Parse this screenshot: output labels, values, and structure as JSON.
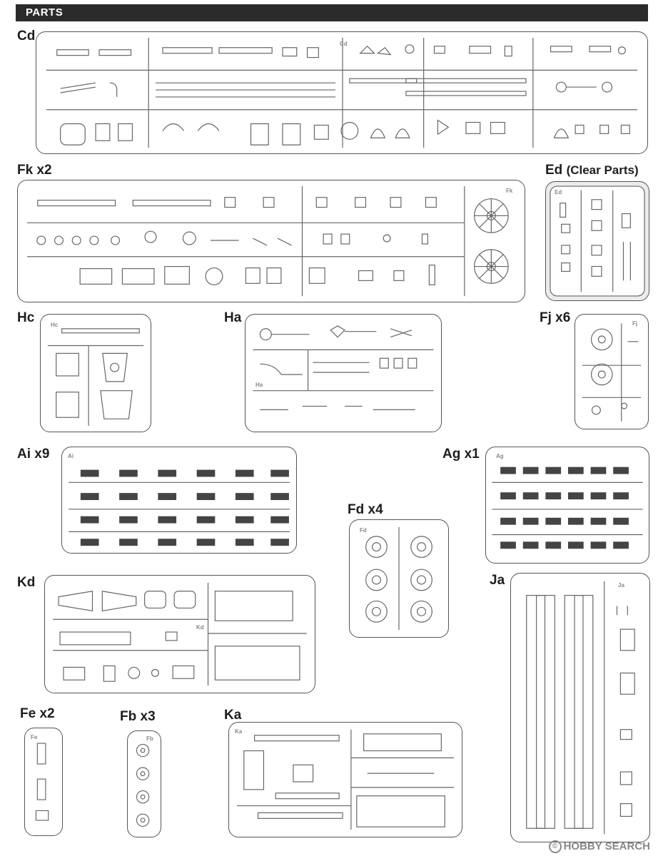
{
  "header": {
    "title": "PARTS"
  },
  "sprues": [
    {
      "id": "cd",
      "label": "Cd",
      "count": "",
      "tag": "Cd"
    },
    {
      "id": "fk",
      "label": "Fk",
      "count": "x2",
      "tag": "Fk"
    },
    {
      "id": "ed",
      "label": "Ed",
      "count": "(Clear Parts)",
      "tag": "Ed"
    },
    {
      "id": "hc",
      "label": "Hc",
      "count": "",
      "tag": "Hc"
    },
    {
      "id": "ha",
      "label": "Ha",
      "count": "",
      "tag": "Ha"
    },
    {
      "id": "fj",
      "label": "Fj",
      "count": "x6",
      "tag": "Fj"
    },
    {
      "id": "ai",
      "label": "Ai",
      "count": "x9",
      "tag": "Ai"
    },
    {
      "id": "ag",
      "label": "Ag",
      "count": "x1",
      "tag": "Ag"
    },
    {
      "id": "fd",
      "label": "Fd",
      "count": "x4",
      "tag": "Fd"
    },
    {
      "id": "kd",
      "label": "Kd",
      "count": "",
      "tag": "Kd"
    },
    {
      "id": "ja",
      "label": "Ja",
      "count": "",
      "tag": "Ja"
    },
    {
      "id": "fe",
      "label": "Fe",
      "count": "x2",
      "tag": "Fe"
    },
    {
      "id": "fb",
      "label": "Fb",
      "count": "x3",
      "tag": "Fb"
    },
    {
      "id": "ka",
      "label": "Ka",
      "count": "",
      "tag": "Ka"
    }
  ],
  "watermark": {
    "text": "HOBBY SEARCH",
    "symbol": "©"
  }
}
